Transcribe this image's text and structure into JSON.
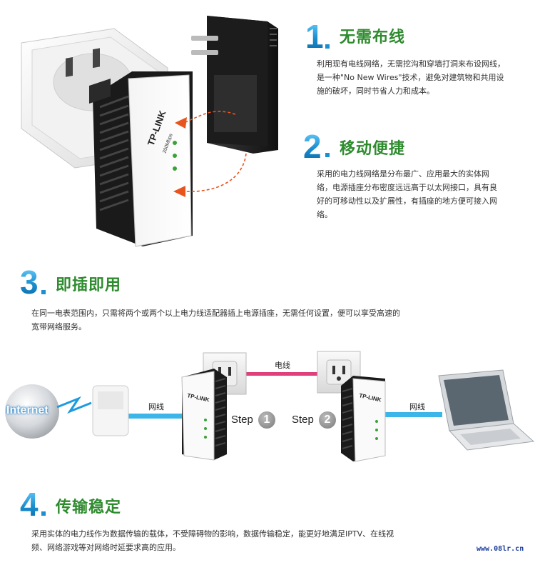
{
  "features": [
    {
      "number": "1",
      "title": "无需布线",
      "lines": [
        "利用现有电线网络，无需挖沟和穿墙打洞来布设网线，",
        "是一种\"No New Wires\"技术，避免对建筑物和共用设",
        "施的破坏，同时节省人力和成本。"
      ]
    },
    {
      "number": "2",
      "title": "移动便捷",
      "lines": [
        "采用的电力线网络是分布最广、应用最大的实体网",
        "络，电源插座分布密度远远高于以太网接口，具有良",
        "好的可移动性以及扩展性，有插座的地方便可接入网",
        "络。"
      ]
    },
    {
      "number": "3",
      "title": "即插即用",
      "lines": [
        "在同一电表范围内，只需将两个或两个以上电力线适配器插上电源插座，无需任何设置，便可以享受高速的",
        "宽带网络服务。"
      ]
    },
    {
      "number": "4",
      "title": "传输稳定",
      "lines": [
        "采用实体的电力线作为数据传输的载体，不受障碍物的影响，数据传输稳定，能更好地满足IPTV、在线视",
        "频、网络游戏等对网络时延要求高的应用。"
      ]
    }
  ],
  "diagram": {
    "internet_label": "Internet",
    "cable_left_label": "网线",
    "power_line_label": "电线",
    "cable_right_label": "网线",
    "step1_label": "Step",
    "step1_number": "1",
    "step2_label": "Step",
    "step2_number": "2",
    "brand_logo": "TP-LINK",
    "speed_label": "200Mbps"
  },
  "watermark": "www.08lr.cn",
  "colors": {
    "number_blue": "#1b8fd0",
    "title_green": "#2e8b2e",
    "cable_blue": "#3cb6e8",
    "power_pink": "#e0407a",
    "arrow_orange": "#e8541e"
  }
}
